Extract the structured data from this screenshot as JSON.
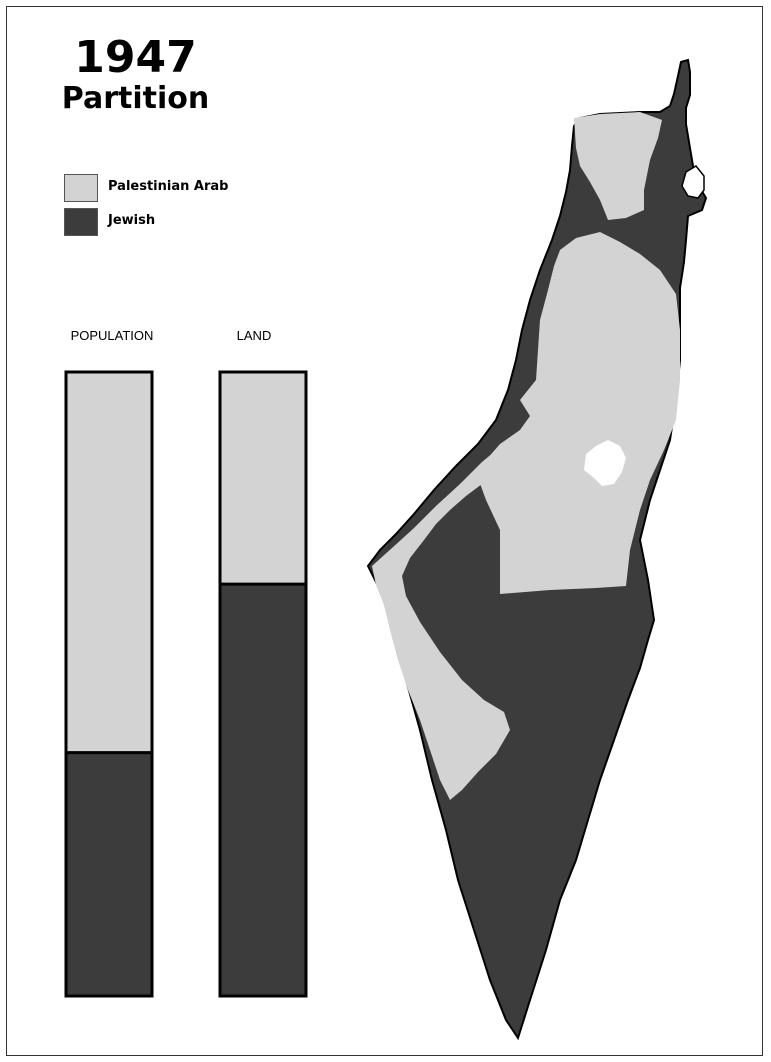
{
  "title": {
    "year": "1947",
    "subtitle": "Partition"
  },
  "legend": [
    {
      "label": "Palestinian Arab",
      "color": "#d3d3d3"
    },
    {
      "label": "Jewish",
      "color": "#3c3c3c"
    }
  ],
  "colors": {
    "arab": "#d3d3d3",
    "jewish": "#3c3c3c",
    "outline": "#000000",
    "jerusalem": "#ffffff"
  },
  "chart_data": {
    "type": "bar",
    "stacked": true,
    "normalized": true,
    "categories": [
      "POPULATION",
      "LAND"
    ],
    "series": [
      {
        "name": "Jewish",
        "values": [
          0.39,
          0.66
        ]
      },
      {
        "name": "Palestinian Arab",
        "values": [
          0.61,
          0.34
        ]
      }
    ]
  }
}
